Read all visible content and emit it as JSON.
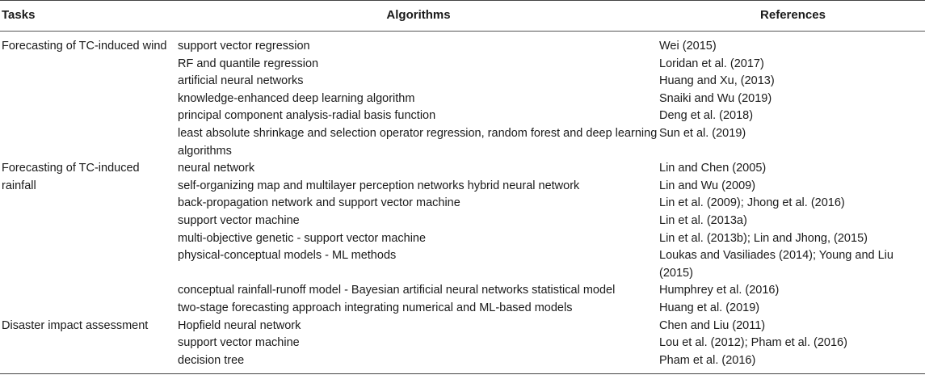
{
  "headers": {
    "tasks": "Tasks",
    "algorithms": "Algorithms",
    "references": "References"
  },
  "groups": [
    {
      "task": "Forecasting of TC-induced wind",
      "rows": [
        {
          "algorithm": "support vector regression",
          "reference": "Wei (2015)"
        },
        {
          "algorithm": "RF and quantile regression",
          "reference": "Loridan et al. (2017)"
        },
        {
          "algorithm": "artificial neural networks",
          "reference": "Huang and Xu, (2013)"
        },
        {
          "algorithm": "knowledge-enhanced deep learning algorithm",
          "reference": "Snaiki and Wu (2019)"
        },
        {
          "algorithm": "principal component analysis-radial basis function",
          "reference": "Deng et al. (2018)"
        },
        {
          "algorithm": "least absolute shrinkage and selection operator regression, random forest and deep learning algorithms",
          "reference": "Sun et al. (2019)"
        }
      ]
    },
    {
      "task": "Forecasting of TC-induced rainfall",
      "rows": [
        {
          "algorithm": "neural network",
          "reference": "Lin and Chen (2005)"
        },
        {
          "algorithm": "self-organizing map and multilayer perception networks hybrid neural network",
          "reference": "Lin and Wu (2009)"
        },
        {
          "algorithm": "back-propagation network and support vector machine",
          "reference": "Lin et al. (2009); Jhong et al. (2016)"
        },
        {
          "algorithm": "support vector machine",
          "reference": "Lin et al. (2013a)"
        },
        {
          "algorithm": "multi-objective genetic - support vector machine",
          "reference": "Lin et al. (2013b); Lin and Jhong, (2015)"
        },
        {
          "algorithm": "physical-conceptual models - ML methods",
          "reference": "Loukas and Vasiliades (2014); Young and Liu (2015)"
        },
        {
          "algorithm": "conceptual rainfall-runoff model - Bayesian artificial neural networks statistical model",
          "reference": "Humphrey et al. (2016)"
        },
        {
          "algorithm": "two-stage forecasting approach integrating numerical and ML-based models",
          "reference": "Huang et al. (2019)"
        }
      ]
    },
    {
      "task": "Disaster impact assessment",
      "rows": [
        {
          "algorithm": "Hopfield neural network",
          "reference": "Chen and Liu (2011)"
        },
        {
          "algorithm": "support vector machine",
          "reference": "Lou et al. (2012); Pham et al. (2016)"
        },
        {
          "algorithm": "decision tree",
          "reference": "Pham et al. (2016)"
        }
      ]
    }
  ]
}
